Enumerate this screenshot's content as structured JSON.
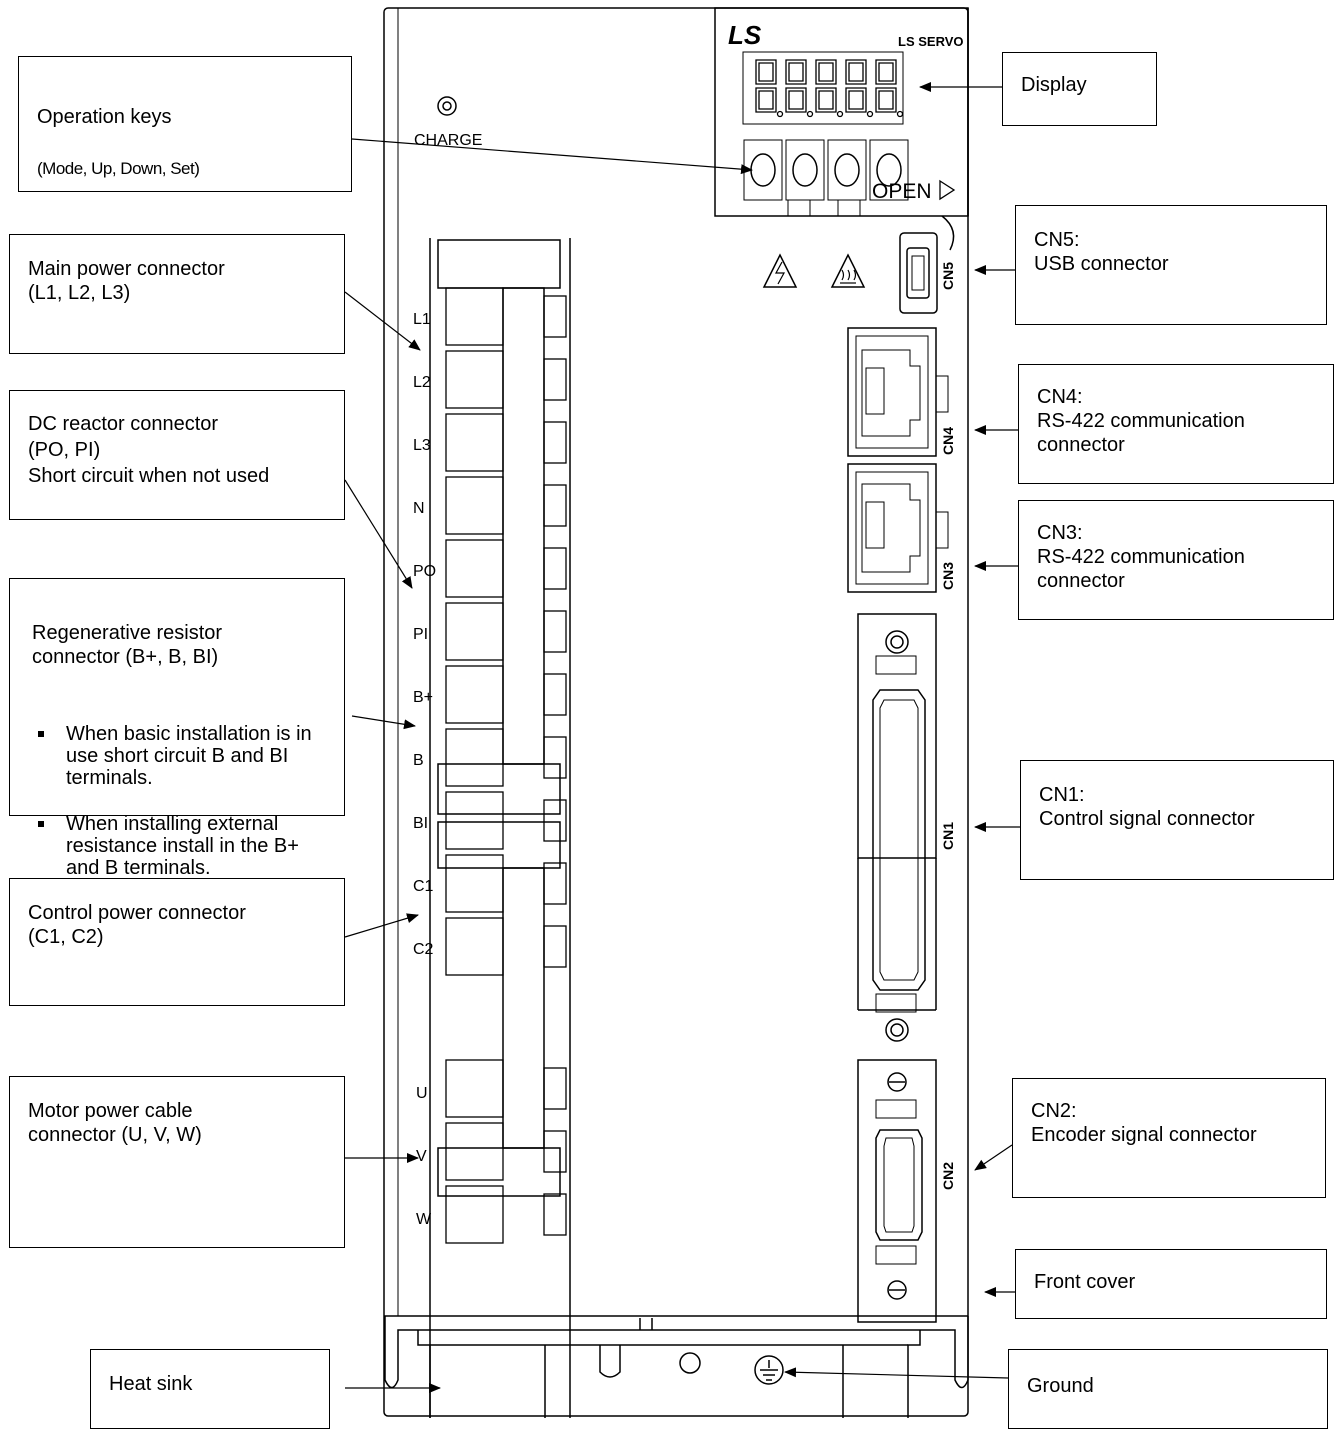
{
  "callouts": {
    "operation_keys": {
      "title": "Operation keys",
      "subtitle": "(Mode, Up, Down, Set)"
    },
    "display": "Display",
    "main_power": "Main power connector\n(L1, L2, L3)",
    "dc_reactor": "DC reactor connector\n(PO, PI)\nShort circuit when not used",
    "regen": {
      "title": "Regenerative resistor\nconnector (B+, B, BI)",
      "bullets": [
        "When basic installation is in use short circuit B and BI terminals.",
        "When installing external resistance install in the B+ and B terminals."
      ]
    },
    "control_power": "Control power connector\n(C1, C2)",
    "motor_power": "Motor power cable\nconnector (U, V, W)",
    "heat_sink": "Heat sink",
    "cn5": "CN5:\nUSB connector",
    "cn4": "CN4:\nRS-422 communication\nconnector",
    "cn3": "CN3:\nRS-422 communication\nconnector",
    "cn1": "CN1:\nControl signal connector",
    "cn2": "CN2:\nEncoder signal connector",
    "front_cover": "Front cover",
    "ground": "Ground"
  },
  "device": {
    "charge_label": "CHARGE",
    "brand_logo": "LS",
    "brand_text": "LS SERVO",
    "open_label": "OPEN",
    "terminals_top": [
      "L1",
      "L2",
      "L3",
      "N",
      "PO",
      "PI",
      "B+",
      "B",
      "BI",
      "C1",
      "C2"
    ],
    "terminals_bottom": [
      "U",
      "V",
      "W"
    ],
    "port_labels": {
      "cn5": "CN5",
      "cn4": "CN4",
      "cn3": "CN3",
      "cn1": "CN1",
      "cn2": "CN2"
    }
  }
}
